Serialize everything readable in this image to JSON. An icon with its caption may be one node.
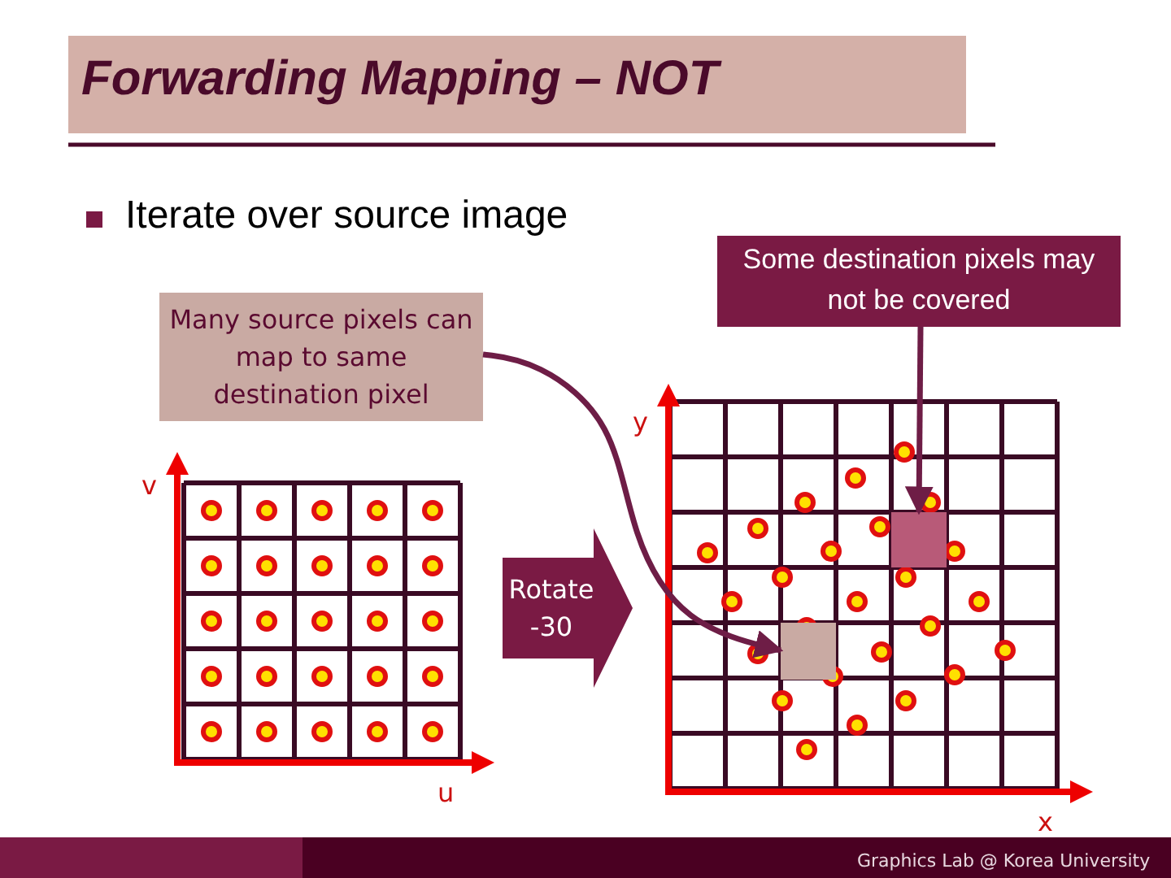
{
  "diagram": {
    "title": "Forwarding Mapping – NOT",
    "nodes": [
      {
        "text": [
          "Many source pixels can map to same destination pixel"
        ]
      },
      {
        "text": [
          "Some destination pixels may not be covered"
        ]
      },
      {
        "text": [],
        "shape": "box"
      },
      {
        "text": [],
        "shape": "box"
      },
      {
        "text": [
          "Rotate -30"
        ]
      }
    ],
    "edges": [
      {
        "from": 0,
        "to": 2,
        "arrow": "to"
      },
      {
        "from": 1,
        "to": 3,
        "arrow": "to"
      }
    ],
    "labels": [
      "Iterate over source image",
      "v",
      "u",
      "y",
      "x",
      "Graphics Lab @ Korea University"
    ]
  }
}
